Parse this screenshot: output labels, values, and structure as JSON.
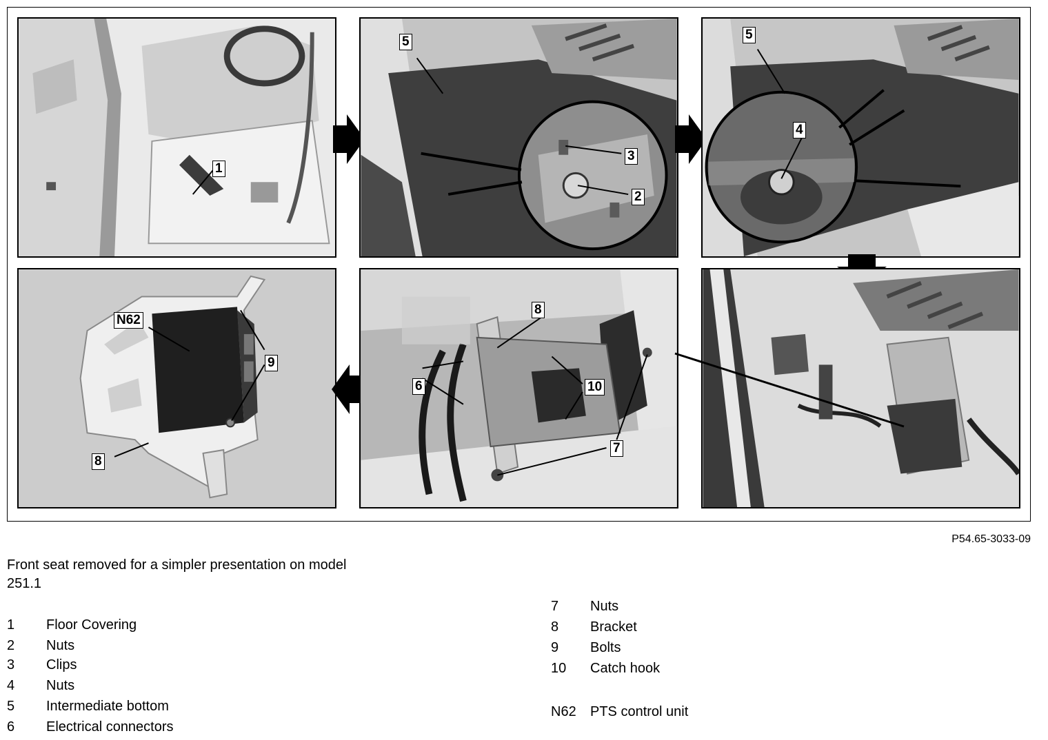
{
  "figure": {
    "id": "P54.65-3033-09",
    "callouts": {
      "p1": [
        "1"
      ],
      "p2": [
        "5",
        "3",
        "2"
      ],
      "p3": [
        "5",
        "4"
      ],
      "p4": [
        "N62",
        "9",
        "8"
      ],
      "p5": [
        "8",
        "6",
        "10",
        "7"
      ]
    }
  },
  "caption": {
    "line1": "Front seat removed for a simpler presentation on model",
    "line2": "251.1"
  },
  "legend_left": [
    {
      "num": "1",
      "label": "Floor Covering"
    },
    {
      "num": "2",
      "label": "Nuts"
    },
    {
      "num": "3",
      "label": "Clips"
    },
    {
      "num": "4",
      "label": "Nuts"
    },
    {
      "num": "5",
      "label": "Intermediate bottom"
    },
    {
      "num": "6",
      "label": "Electrical connectors"
    }
  ],
  "legend_right": [
    {
      "num": "7",
      "label": "Nuts"
    },
    {
      "num": "8",
      "label": "Bracket"
    },
    {
      "num": "9",
      "label": "Bolts"
    },
    {
      "num": "10",
      "label": "Catch hook"
    }
  ],
  "legend_extra": {
    "num": "N62",
    "label": "PTS control unit"
  },
  "colors": {
    "panel_light": "#e6e6e6",
    "panel_dark": "#6e6e6e",
    "line": "#000000"
  }
}
